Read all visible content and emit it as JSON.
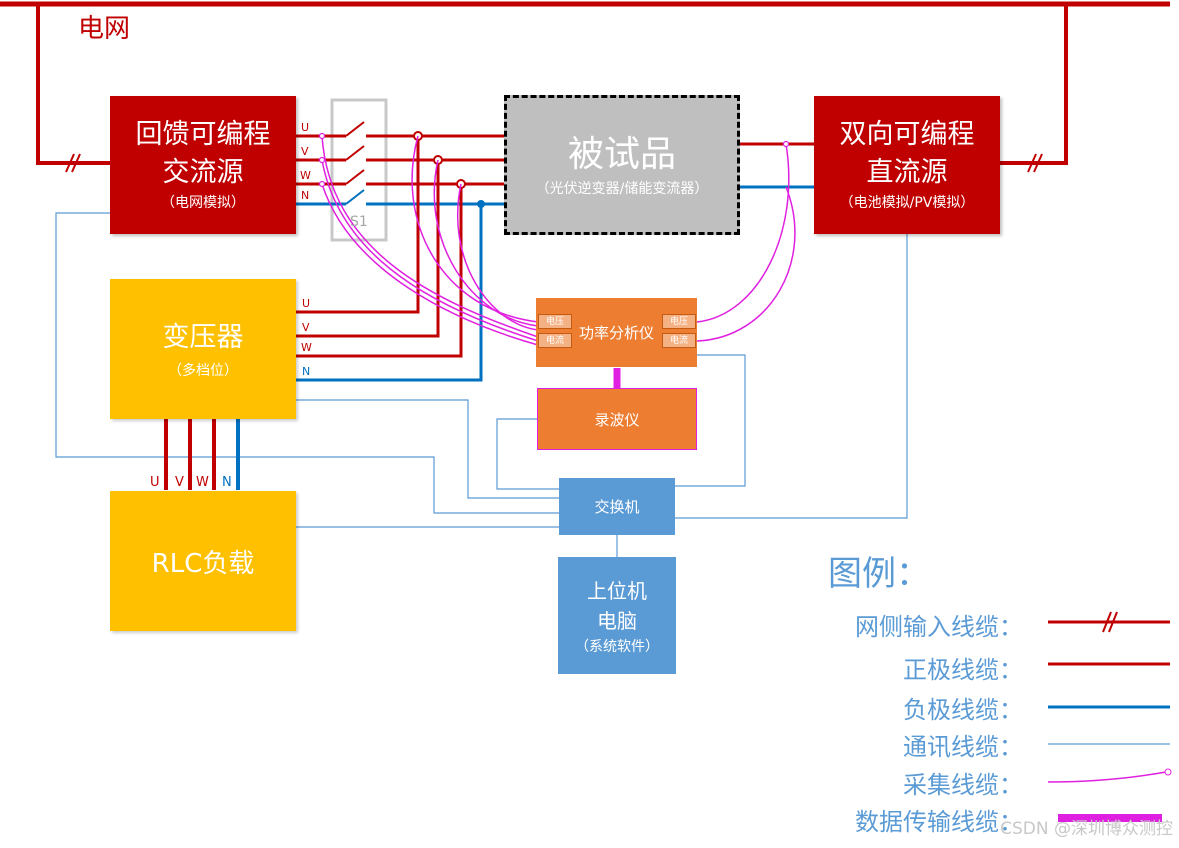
{
  "grid_label": "电网",
  "ac_source": {
    "line1": "回馈可编程",
    "line2": "交流源",
    "sub": "（电网模拟）"
  },
  "dut": {
    "title": "被试品",
    "sub": "（光伏逆变器/储能变流器）"
  },
  "dc_source": {
    "line1": "双向可编程",
    "line2": "直流源",
    "sub": "（电池模拟/PV模拟）"
  },
  "transformer": {
    "title": "变压器",
    "sub": "（多档位）"
  },
  "rlc": {
    "title": "RLC负载"
  },
  "power_analyzer": {
    "title": "功率分析仪",
    "voltage": "电压",
    "current": "电流"
  },
  "recorder": {
    "title": "录波仪"
  },
  "switch_box": {
    "title": "交换机"
  },
  "pc": {
    "line1": "上位机",
    "line2": "电脑",
    "sub": "（系统软件）"
  },
  "s1_label": "S1",
  "phases": {
    "u": "U",
    "v": "V",
    "w": "W",
    "n": "N"
  },
  "legend": {
    "title": "图例：",
    "grid_input": "网侧输入线缆：",
    "positive": "正极线缆：",
    "negative": "负极线缆：",
    "comm": "通讯线缆：",
    "acquisition": "采集线缆：",
    "data": "数据传输线缆："
  },
  "watermark": "CSDN @深圳博众测控",
  "colors": {
    "power_red": "#c00000",
    "negative_blue": "#0070c0",
    "comm_blue": "#5b9bd5",
    "acquisition_magenta": "#e020e0",
    "yellow": "#ffc000",
    "orange": "#ed7d31"
  }
}
